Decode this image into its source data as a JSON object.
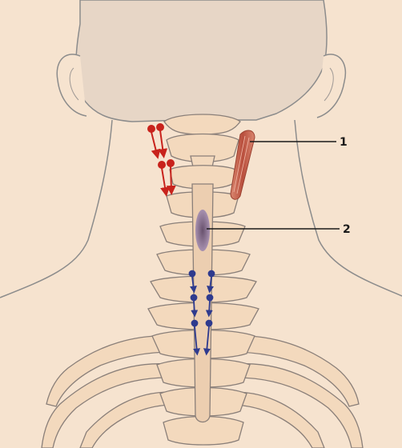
{
  "colors": {
    "background": "#f6e3cf",
    "head": "#e7d6c6",
    "bone": "#f3d9bd",
    "outline": "#8a7f79",
    "skin_line": "#8c8c8c",
    "muscle": "#c96a54",
    "ligament": "#6c5577",
    "red_arrows": "#c8231c",
    "blue_arrows": "#2e3a8e"
  },
  "callouts": [
    {
      "id": "1",
      "label": "1"
    },
    {
      "id": "2",
      "label": "2"
    }
  ],
  "icons": {
    "red_motion": "red-traction-arrow-icon",
    "blue_motion": "blue-compression-arrow-icon"
  }
}
